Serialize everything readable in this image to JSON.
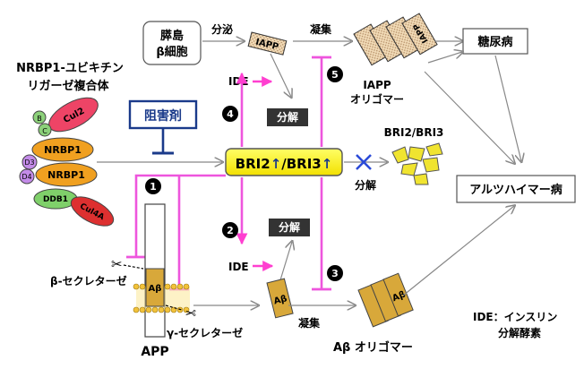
{
  "nodes": {
    "islet_line1": "膵島",
    "islet_line2": "β細胞",
    "secretion": "分泌",
    "iapp_box": "IAPP",
    "aggregation_top": "凝集",
    "iapp_stack_label": "IAPP",
    "iapp_oligomer_line1": "IAPP",
    "iapp_oligomer_line2": "オリゴマー",
    "diabetes": "糖尿病",
    "ide_top": "IDE",
    "degrade_top": "分解",
    "nrbp1_complex_line1": "NRBP1-ユビキチン",
    "nrbp1_complex_line2": "リガーゼ複合体",
    "inhibitor": "阻害剤",
    "cul2": "Cul2",
    "elongin_b": "B",
    "elongin_c": "C",
    "nrbp1_upper": "NRBP1",
    "nrbp1_lower": "NRBP1",
    "d3": "D3",
    "d4": "D4",
    "ddb1": "DDB1",
    "cul4a": "Cul4A",
    "bri_a": "BRI2",
    "bri_sep": "/BRI3",
    "up_arrow": "↑",
    "bri_fragments": "BRI2/BRI3",
    "degrade_right": "分解",
    "alzheimers": "アルツハイマー病",
    "step1": "1",
    "step2": "2",
    "step3": "3",
    "step4": "4",
    "step5": "5",
    "degrade_mid": "分解",
    "ide_bottom": "IDE",
    "abeta_app": "Aβ",
    "abeta_free": "Aβ",
    "abeta_stack": "Aβ",
    "beta_secretase": "β-セクレターゼ",
    "gamma_secretase": "γ-セクレターゼ",
    "app": "APP",
    "aggregation_bottom": "凝集",
    "abeta_oligomer": "Aβ オリゴマー",
    "ide_legend_line1": "IDE：インスリン",
    "ide_legend_line2": "分解酵素"
  },
  "colors": {
    "magenta": "#ee55dd",
    "pink_arrow": "#ff3fd0",
    "navy": "#1a3a8a",
    "bri_yellow": "#ffff33",
    "nrbp1_orange": "#f0a020",
    "cul2_pink": "#ee4466",
    "d_purple": "#c38be8",
    "ddb1_green": "#7fd06a",
    "cul4a_red": "#dd3030",
    "elongin_green": "#8cd17a",
    "abeta_gold": "#d8a83a",
    "iapp_tan": "#e8c898",
    "cross_blue": "#2a4ad8"
  }
}
